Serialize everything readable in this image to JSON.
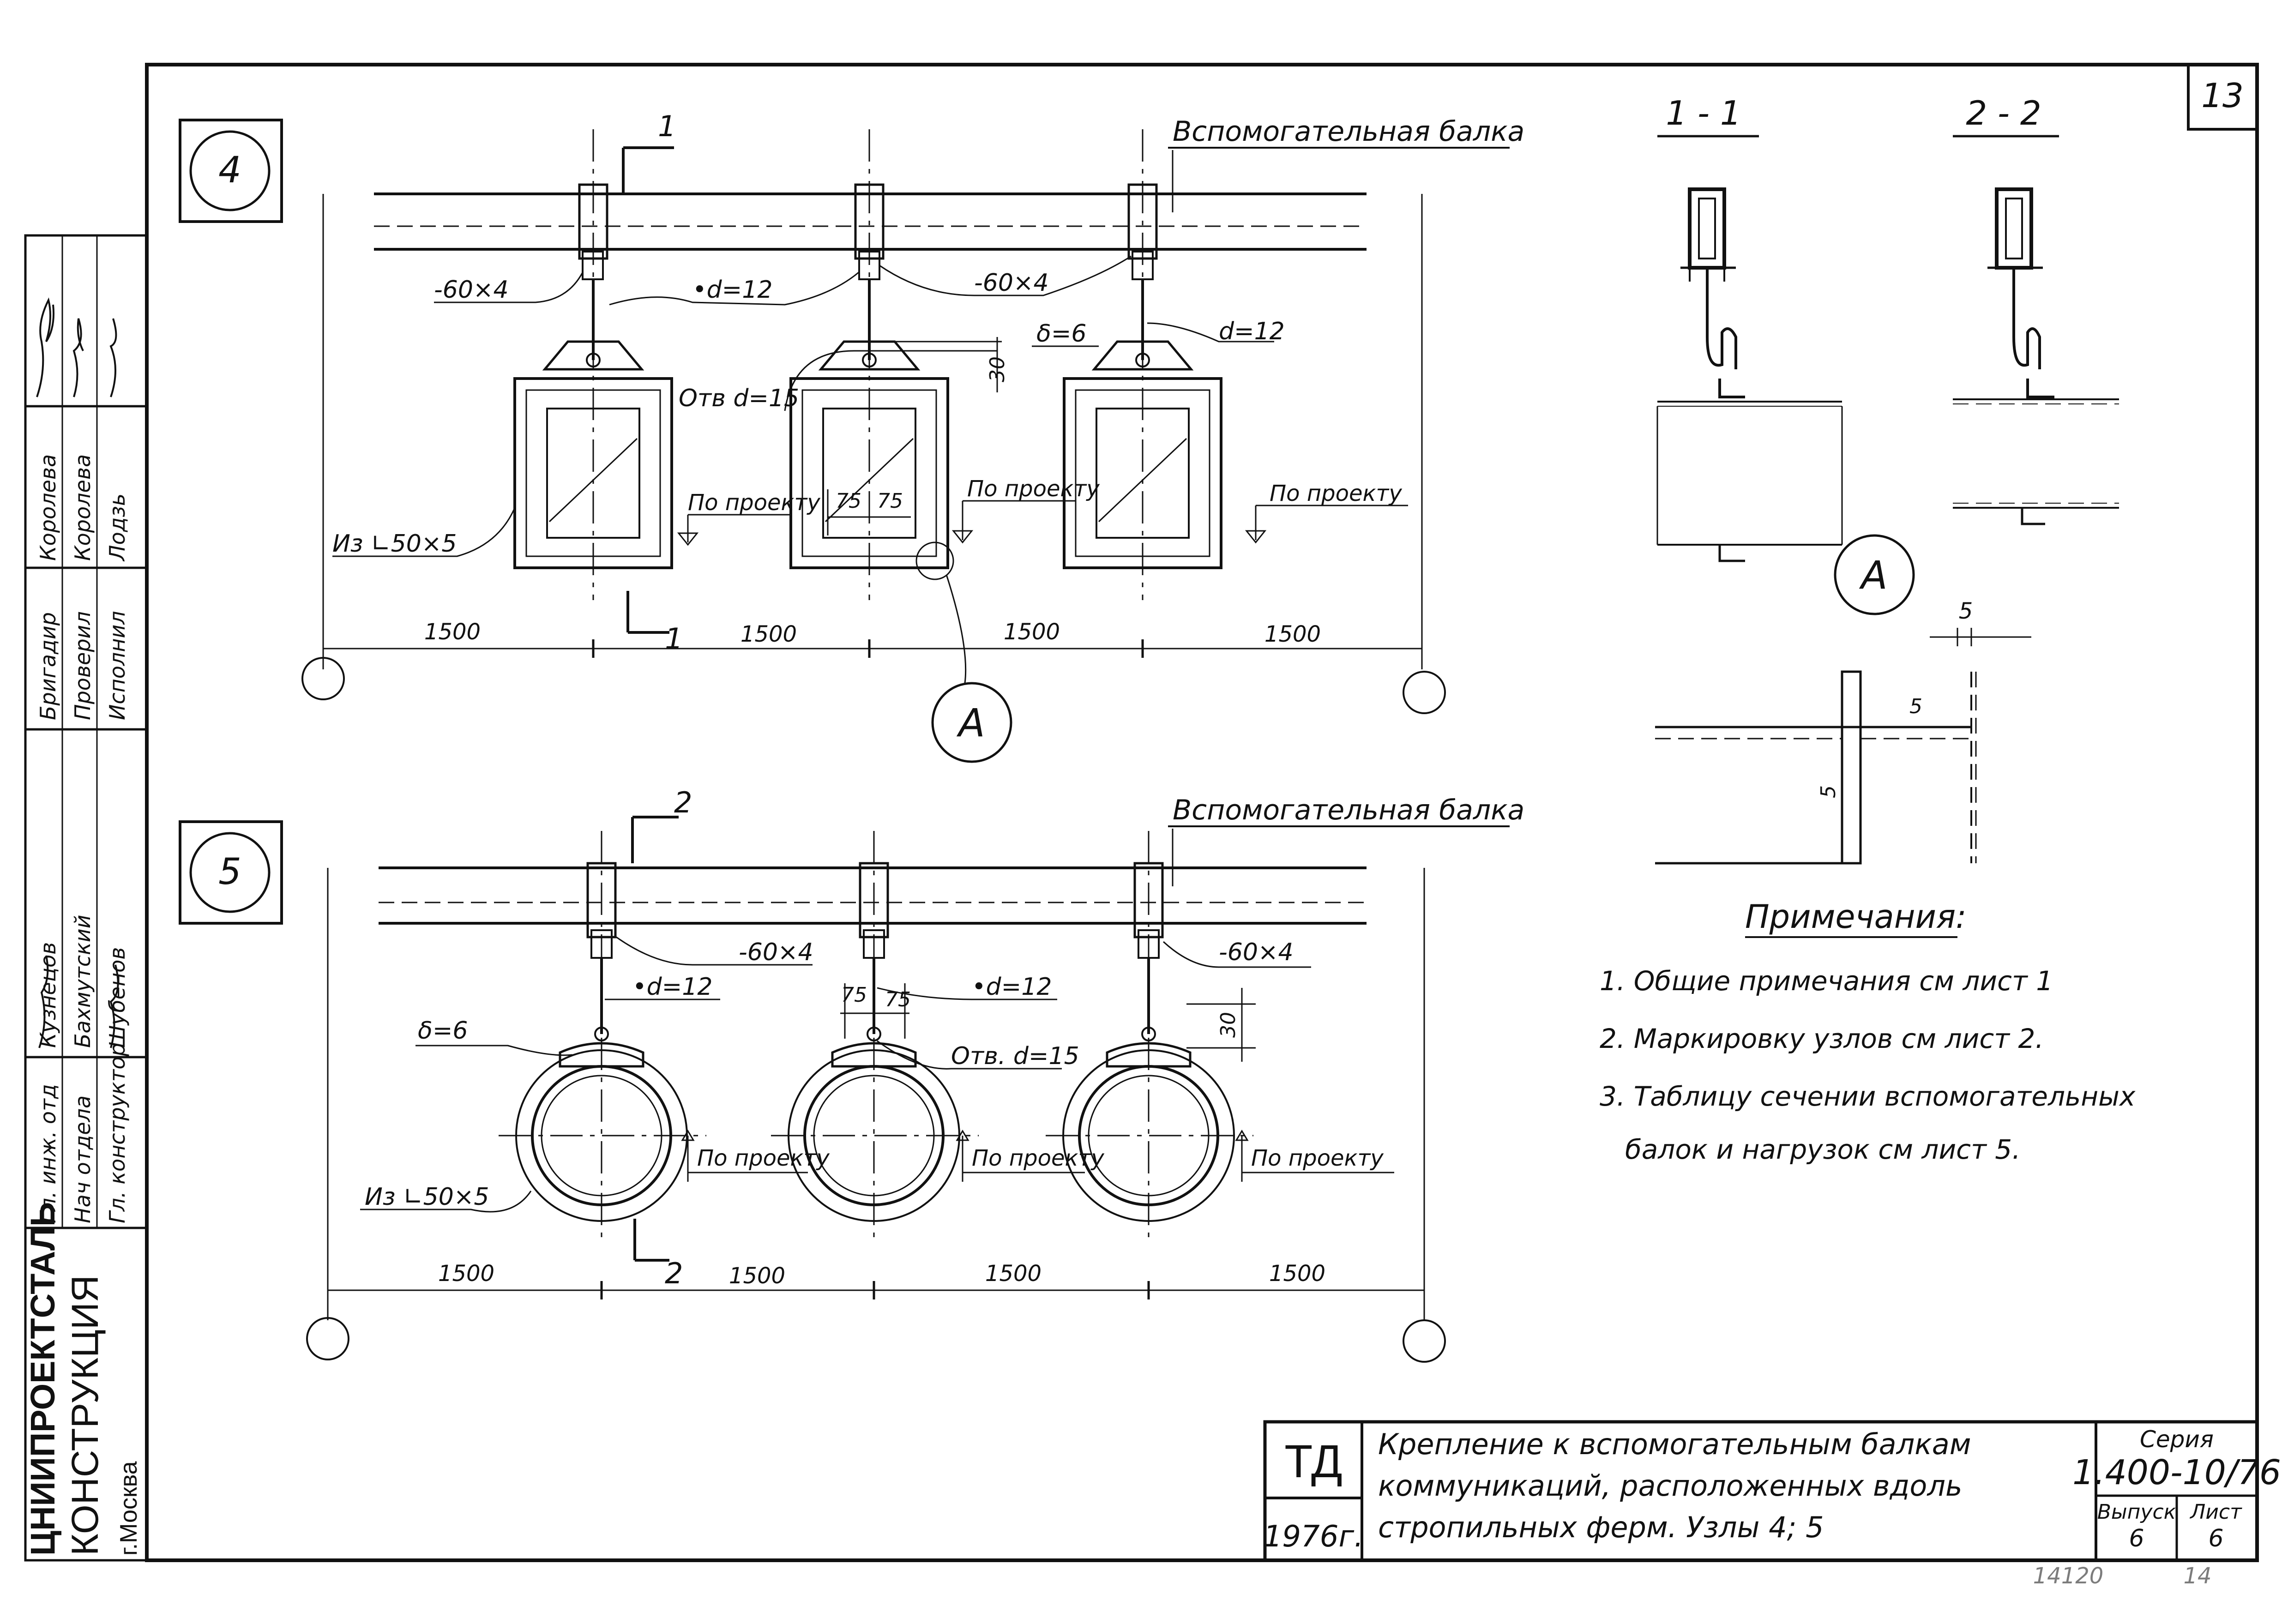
{
  "sheet": {
    "sheet_number": "13",
    "scribble": "14120",
    "scribble2": "14"
  },
  "left_stamp": {
    "roles": [
      "Гл. инж. отд",
      "Нач отдела",
      "Гл. конструктор",
      "Бригадир",
      "Проверил",
      "Исполнил"
    ],
    "names": [
      "Кузнецов",
      "Бахмутский",
      "Шубенов",
      "Королева",
      "Королева",
      "Лодзь"
    ],
    "org_line1": "ЦНИИПРОЕКТСТАЛЬ",
    "org_line2": "КОНСТРУКЦИЯ",
    "org_line3": "г.Москва"
  },
  "node4": {
    "number": "4",
    "cut_label": "1",
    "beam_label": "Вспомогательная балка",
    "strip_label_1": "-60×4",
    "rod_label": "•d=12",
    "strip_label_2": "-60×4",
    "plate_label": "δ=6",
    "rod_label_2": "d=12",
    "hole_label": "Отв d=15",
    "dim_30": "30",
    "dim_75a": "75",
    "dim_75b": "75",
    "angle_label": "Из ∟50×5",
    "level_label_1": "По проекту",
    "level_label_2": "По проекту",
    "level_label_3": "По проекту",
    "spans": [
      "1500",
      "1500",
      "1500",
      "1500"
    ],
    "detail_callout": "А"
  },
  "node5": {
    "number": "5",
    "cut_label": "2",
    "beam_label": "Вспомогательная балка",
    "strip_label_1": "-60×4",
    "rod_label_1": "•d=12",
    "rod_label_2": "•d=12",
    "strip_label_2": "-60×4",
    "plate_label": "δ=6",
    "dim_75a": "75",
    "dim_75b": "75",
    "hole_label": "Отв. d=15",
    "dim_30": "30",
    "angle_label": "Из ∟50×5",
    "level_label_1": "По проекту",
    "level_label_2": "По проекту",
    "level_label_3": "По проекту",
    "spans": [
      "1500",
      "1500",
      "1500",
      "1500"
    ]
  },
  "sections": {
    "section_1": "1 - 1",
    "section_2": "2 - 2",
    "detail_label": "А",
    "dim_5_top": "5",
    "dim_5_tick": "5",
    "dim_5_side": "5"
  },
  "notes": {
    "heading": "Примечания:",
    "items": [
      "1. Общие примечания см лист 1",
      "2. Маркировку узлов см лист 2.",
      "3. Таблицу сечении вспомогательных",
      "балок и нагрузок см лист 5."
    ]
  },
  "title_block": {
    "code": "ТД",
    "year": "1976г.",
    "title_line1": "Крепление к вспомогательным балкам",
    "title_line2": "коммуникаций, расположенных вдоль",
    "title_line3": "стропильных ферм. Узлы 4; 5",
    "series_label": "Серия",
    "series_value": "1.400-10/76",
    "issue_label": "Выпуск",
    "issue_value": "6",
    "sheet_label": "Лист",
    "sheet_value": "6"
  }
}
